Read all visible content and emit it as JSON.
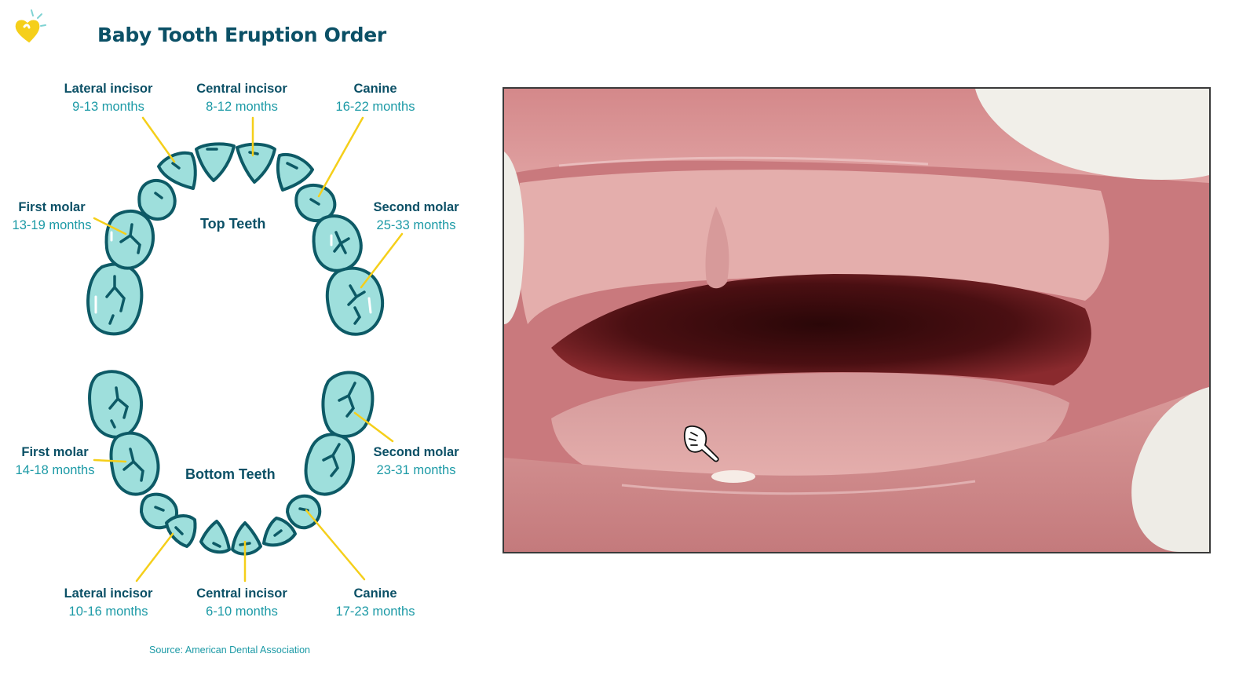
{
  "diagram": {
    "title": "Baby Tooth Eruption Order",
    "logo_icon": "heart-logo-icon",
    "top_label": "Top Teeth",
    "bottom_label": "Bottom Teeth",
    "source": "Source: American Dental Association",
    "colors": {
      "tooth_fill": "#9edfdc",
      "tooth_outline": "#0d5a66",
      "leader_line": "#f5cf1a",
      "heading": "#0b5066",
      "months": "#1c9aa6"
    },
    "top_teeth": [
      {
        "name": "Lateral incisor",
        "months": "9-13 months"
      },
      {
        "name": "Central incisor",
        "months": "8-12 months"
      },
      {
        "name": "Canine",
        "months": "16-22 months"
      },
      {
        "name": "First molar",
        "months": "13-19 months"
      },
      {
        "name": "Second molar",
        "months": "25-33 months"
      }
    ],
    "bottom_teeth": [
      {
        "name": "First molar",
        "months": "14-18 months"
      },
      {
        "name": "Second molar",
        "months": "23-31 months"
      },
      {
        "name": "Lateral incisor",
        "months": "10-16 months"
      },
      {
        "name": "Central incisor",
        "months": "6-10 months"
      },
      {
        "name": "Canine",
        "months": "17-23 months"
      }
    ]
  },
  "photo": {
    "pointer_icon": "pointing-hand-icon"
  }
}
